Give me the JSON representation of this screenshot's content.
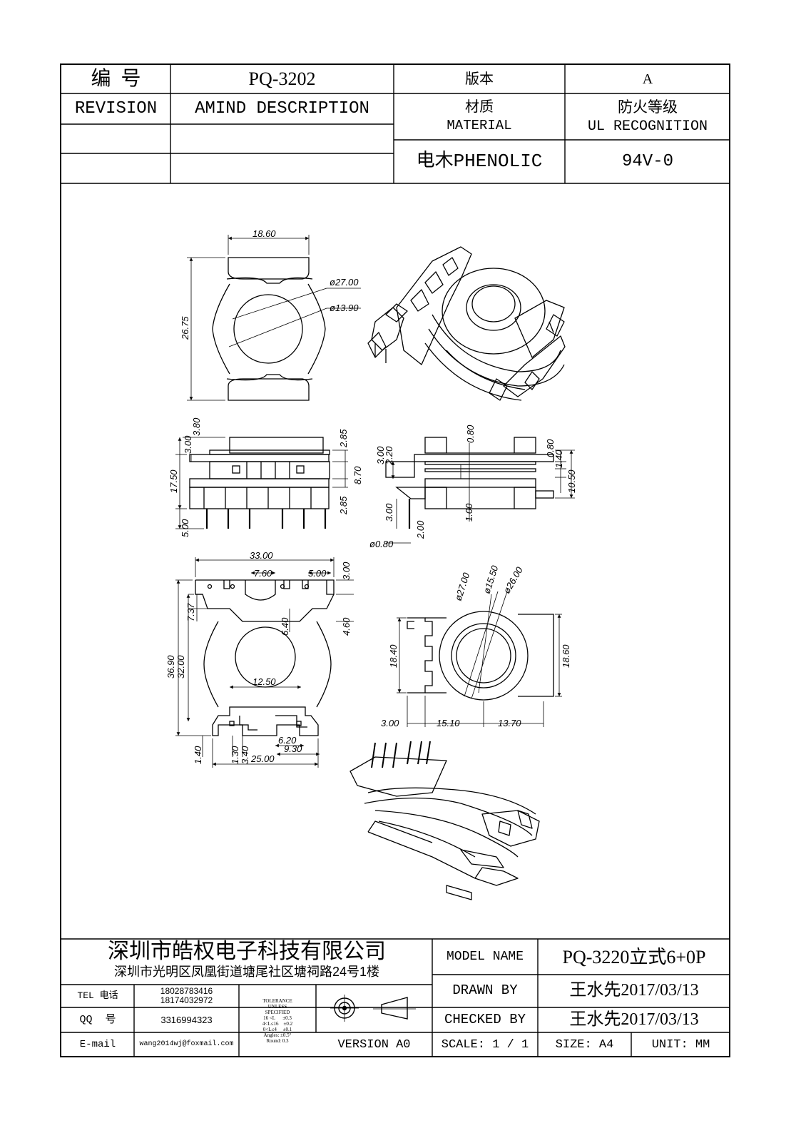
{
  "header": {
    "number_label": "编  号",
    "part_number": "PQ-3202",
    "version_label": "版本",
    "version_value": "A",
    "revision_label": "REVISION",
    "amend_label": "AMIND DESCRIPTION",
    "material_label_cn": "材质",
    "material_label_en": "MATERIAL",
    "fire_label_cn": "防火等级",
    "fire_label_en": "UL RECOGNITION",
    "material_value": "电木PHENOLIC",
    "fire_value": "94V-0"
  },
  "drawing": {
    "top_view": {
      "width": "18.60",
      "height": "26.75",
      "d_outer": "ø27.00",
      "d_inner": "ø13.90"
    },
    "front_view": {
      "left": [
        "3.80",
        "3.00",
        "17.50",
        "5.00"
      ],
      "right": [
        "2.85",
        "8.70",
        "2.85"
      ]
    },
    "side_view": {
      "left": [
        "3.00",
        "2.20",
        "3.00",
        "2.00",
        "ø0.80"
      ],
      "right": [
        "0.80",
        "0.80",
        "1.40",
        "10.50"
      ],
      "center": [
        "1.00"
      ]
    },
    "bottom_view": {
      "top": [
        "33.00",
        "7.60",
        "5.00",
        "3.00"
      ],
      "left": [
        "7.37",
        "36.90",
        "32.00"
      ],
      "center": [
        "6.40",
        "12.50"
      ],
      "right": [
        "4.60"
      ],
      "bottom": [
        "1.40",
        "1.30",
        "3.40",
        "6.20",
        "9.30",
        "25.00"
      ]
    },
    "end_view": {
      "diameters": [
        "ø27.00",
        "ø15.50",
        "ø26.00"
      ],
      "left": "18.40",
      "right": "18.60",
      "bottom": [
        "3.00",
        "15.10",
        "13.70"
      ]
    }
  },
  "title_block": {
    "company": "深圳市皓权电子科技有限公司",
    "address": "深圳市光明区凤凰街道塘尾社区塘祠路24号1楼",
    "tel_label": "TEL 电话",
    "tel_values": [
      "18028783416",
      "18174032972"
    ],
    "qq_label": "QQ  号",
    "qq_value": "3316994323",
    "email_label": "E-mail",
    "email_value": "wang2014wj@foxmail.com",
    "tolerance_lines": [
      "TOLERANCE",
      "UNLESS",
      "SPECIFIED",
      "16 <L      ±0.3",
      "4<L≤16    ±0.2",
      "0<L≤4     ±0.1",
      "Angles: ±0.5°",
      "Round: 0.3"
    ],
    "version": "VERSION A0",
    "model_label": "MODEL NAME",
    "model_value": "PQ-3220立式6+0P",
    "drawn_label": "DRAWN BY",
    "drawn_value": "王水先2017/03/13",
    "checked_label": "CHECKED BY",
    "checked_value": "王水先2017/03/13",
    "scale": "SCALE: 1 / 1",
    "size": "SIZE: A4",
    "unit": "UNIT: MM"
  }
}
